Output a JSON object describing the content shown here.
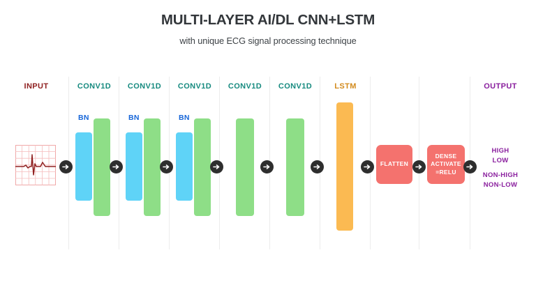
{
  "header": {
    "title": "MULTI-LAYER AI/DL CNN+LSTM",
    "subtitle": "with unique ECG signal processing technique"
  },
  "colors": {
    "input_label": "#8f2020",
    "conv_label": "#168a7f",
    "lstm_label": "#d38b1d",
    "output_label": "#8a1f9e",
    "bn_label": "#1565d8",
    "bar_cyan": "#5fd3f7",
    "bar_green": "#8ede87",
    "bar_orange": "#fbba52",
    "box_salmon": "#f4726e",
    "arrow_chip": "#2e2e2e",
    "divider": "#ececec",
    "ecg_trace": "#8f2020",
    "ecg_grid": "#f0a8a8"
  },
  "columns": [
    {
      "id": "input",
      "label": "INPUT",
      "kind": "input"
    },
    {
      "id": "conv1",
      "label": "CONV1D",
      "kind": "conv",
      "bn_label": "BN"
    },
    {
      "id": "conv2",
      "label": "CONV1D",
      "kind": "conv",
      "bn_label": "BN"
    },
    {
      "id": "conv3",
      "label": "CONV1D",
      "kind": "conv",
      "bn_label": "BN"
    },
    {
      "id": "conv4",
      "label": "CONV1D",
      "kind": "conv"
    },
    {
      "id": "conv5",
      "label": "CONV1D",
      "kind": "conv"
    },
    {
      "id": "lstm",
      "label": "LSTM",
      "kind": "lstm"
    },
    {
      "id": "flatten",
      "label": "FLATTEN",
      "kind": "box"
    },
    {
      "id": "dense",
      "label": "DENSE",
      "kind": "box"
    },
    {
      "id": "output",
      "label": "OUTPUT",
      "kind": "output"
    }
  ],
  "dense_box": {
    "line1": "DENSE",
    "line2": "ACTIVATE",
    "line3": "=RELU"
  },
  "flatten_box": {
    "label": "FLATTEN"
  },
  "output_classes": {
    "primary": [
      "HIGH",
      "LOW"
    ],
    "secondary": [
      "NON-HIGH",
      "NON-LOW"
    ]
  },
  "icons": {
    "arrow": "arrow-right-circle-icon",
    "ecg": "ecg-waveform-icon"
  },
  "arrow_count": 9
}
